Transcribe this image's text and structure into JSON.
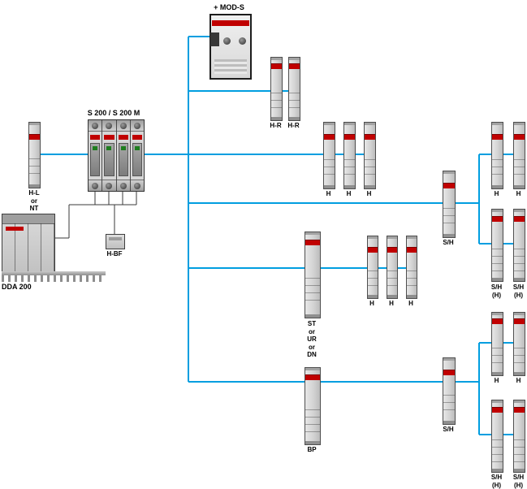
{
  "diagram": {
    "colors": {
      "wire_blue": "#009ee0",
      "stripe_red": "#c00000"
    },
    "labels": {
      "mod_s": "+ MOD-S",
      "s200": "S 200 / S 200 M",
      "hl_nt": [
        "H-L",
        "or",
        "NT"
      ],
      "dda200": "DDA 200",
      "h_bf": "H-BF",
      "h_r": "H-R",
      "h": "H",
      "s_h": "S/H",
      "s_h_h": [
        "S/H",
        "(H)"
      ],
      "st_ur_dn": [
        "ST",
        "or",
        "UR",
        "or",
        "DN"
      ],
      "bp": "BP"
    }
  }
}
